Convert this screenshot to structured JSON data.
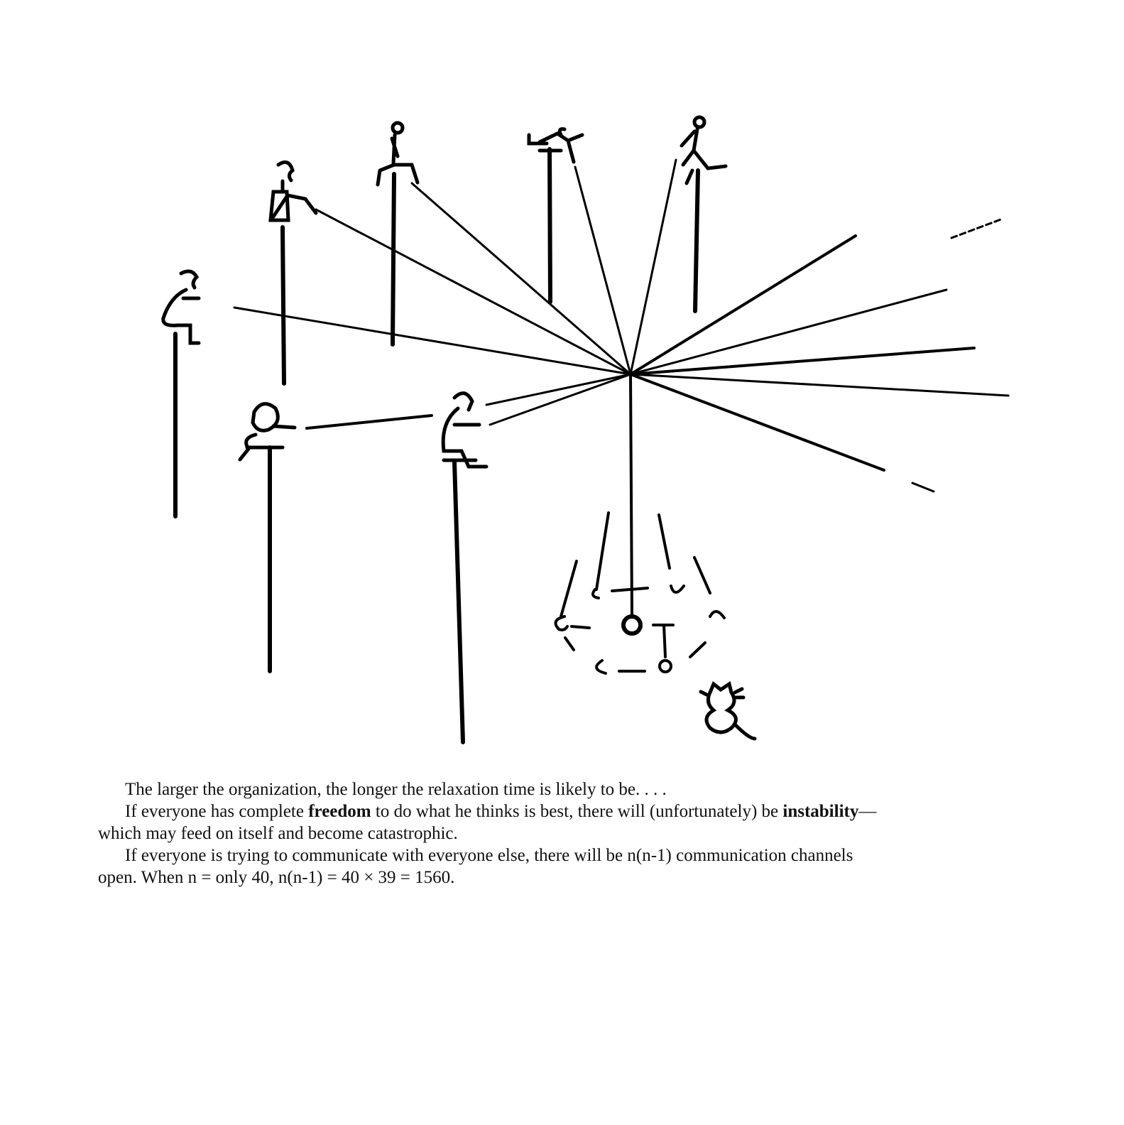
{
  "illustration": {
    "description_label": "",
    "ink_color": "#000000"
  },
  "text": {
    "p1": {
      "line1": "The larger the organization, the longer the relaxation time is likely to be. . . ."
    },
    "p2": {
      "a": "If everyone has complete ",
      "bold1": "freedom",
      "b": " to do what he thinks is best, there will (unfortunately) be ",
      "bold2": "instability",
      "c": "—",
      "line2": "which may feed on itself and become catastrophic."
    },
    "p3": {
      "line1": "If everyone is trying to communicate with everyone else, there will be n(n-1) communication channels",
      "line2": "open. When n = only 40, n(n-1) = 40 × 39 = 1560."
    }
  }
}
